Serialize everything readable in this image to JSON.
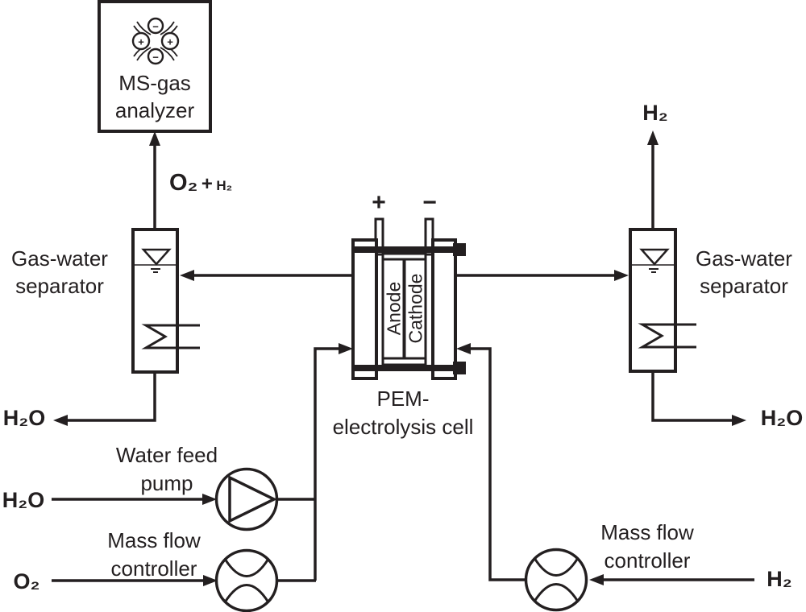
{
  "colors": {
    "ink": "#231f20",
    "background": "#ffffff"
  },
  "analyzer": {
    "icon": "quadrupole-ms-icon",
    "icon_plus": "+",
    "icon_minus": "−",
    "caption_line1": "MS-gas",
    "caption_line2": "analyzer"
  },
  "cell": {
    "terminal_plus": "+",
    "terminal_minus": "−",
    "anode": "Anode",
    "cathode": "Cathode",
    "caption_line1": "PEM-",
    "caption_line2": "electrolysis cell"
  },
  "separator_left": {
    "caption_line1": "Gas-water",
    "caption_line2": "separator"
  },
  "separator_right": {
    "caption_line1": "Gas-water",
    "caption_line2": "separator"
  },
  "pump": {
    "caption_line1": "Water feed",
    "caption_line2": "pump"
  },
  "mfc_left": {
    "caption_line1": "Mass flow",
    "caption_line2": "controller"
  },
  "mfc_right": {
    "caption_line1": "Mass flow",
    "caption_line2": "controller"
  },
  "streams": {
    "mixed_gas_main": "O₂",
    "mixed_gas_plus": "+",
    "mixed_gas_minor": "H₂",
    "h2_product": "H₂",
    "h2o_drain_left": "H₂O",
    "h2o_drain_right": "H₂O",
    "h2o_feed": "H₂O",
    "o2_feed": "O₂",
    "h2_feed": "H₂"
  }
}
